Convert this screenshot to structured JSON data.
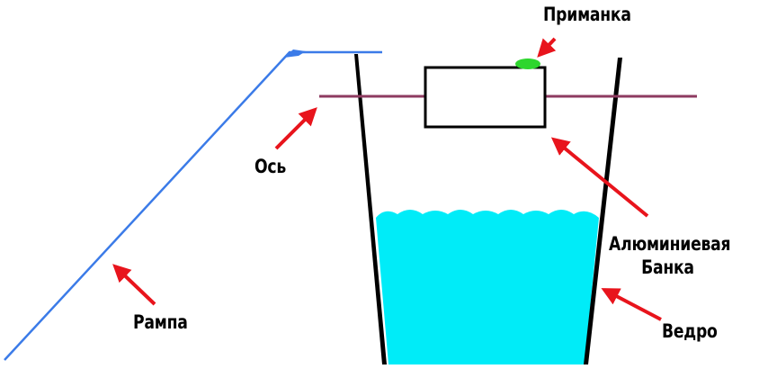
{
  "labels": {
    "bait": "Приманка",
    "axle": "Ось",
    "can_line1": "Алюминиевая",
    "can_line2": "Банка",
    "bucket": "Ведро",
    "ramp": "Рампа"
  },
  "colors": {
    "ramp": "#3b7be8",
    "axle": "#8e3b60",
    "water": "#00ecf8",
    "bait": "#2ed62e",
    "arrow": "#e8141c",
    "outline": "#000000"
  }
}
